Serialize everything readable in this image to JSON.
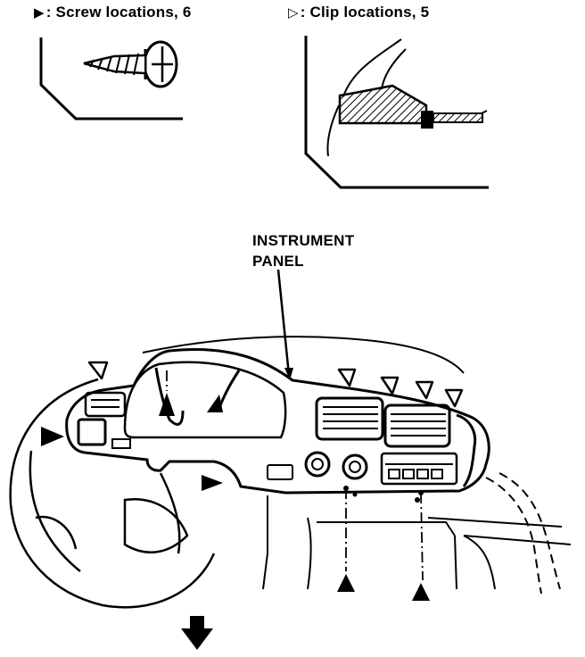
{
  "legend": {
    "screw": {
      "symbol": "▶",
      "text": ": Screw locations, 6"
    },
    "clip": {
      "symbol": "▷",
      "text": ": Clip locations, 5"
    }
  },
  "callout": {
    "line1": "INSTRUMENT",
    "line2": "PANEL"
  },
  "icons": {
    "screw_marker": "filled-triangle-icon",
    "clip_marker": "hollow-triangle-icon",
    "direction": "down-arrow-icon"
  },
  "colors": {
    "ink": "#000000",
    "paper": "#ffffff"
  }
}
